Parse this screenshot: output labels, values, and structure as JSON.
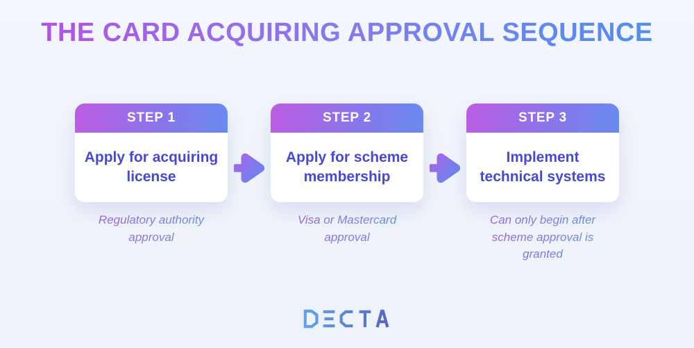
{
  "title": {
    "text": "THE CARD ACQUIRING APPROVAL SEQUENCE"
  },
  "steps": [
    {
      "badge": "STEP 1",
      "heading": "Apply for acquiring license",
      "caption": "Regulatory authority approval"
    },
    {
      "badge": "STEP 2",
      "heading": "Apply for scheme membership",
      "caption": "Visa or Mastercard approval"
    },
    {
      "badge": "STEP 3",
      "heading": "Implement technical systems",
      "caption": "Can only begin after scheme approval is granted"
    }
  ],
  "logo": {
    "text": "DECTA"
  },
  "colors": {
    "background": "#f1f4fb",
    "title_gradient_start": "#b44fe6",
    "title_gradient_end": "#4a90f2",
    "header_gradient_start": "#bd5ce2",
    "header_gradient_end": "#688bf0",
    "card_heading_text": "#4848d4",
    "caption_gradient_start": "#a95ad8",
    "caption_gradient_end": "#5b97e8",
    "arrow_gradient_start": "#a964e8",
    "arrow_gradient_end": "#5e8bf0",
    "logo_gradient_start": "#64a2ec",
    "logo_gradient_end": "#5464c2"
  }
}
